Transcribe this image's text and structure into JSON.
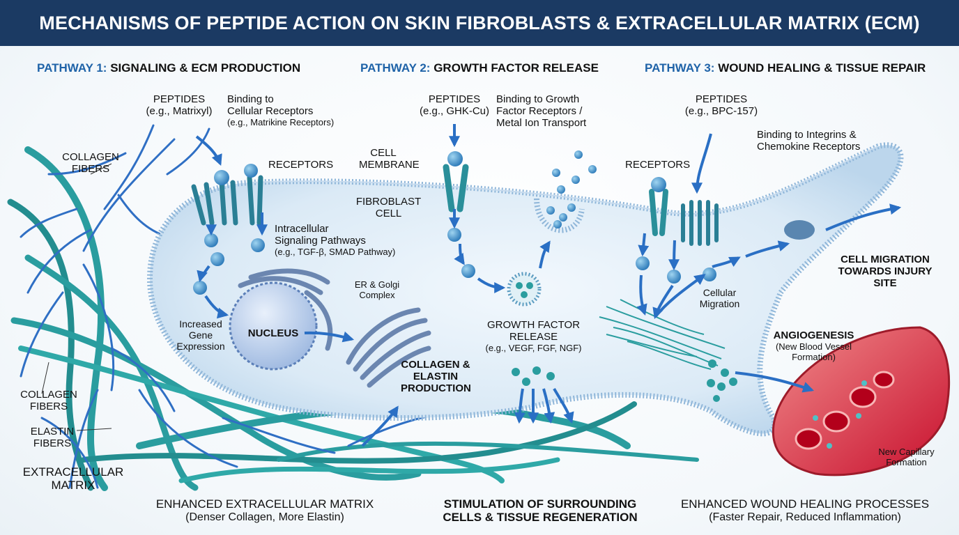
{
  "title": "MECHANISMS OF PEPTIDE ACTION ON SKIN FIBROBLASTS & EXTRACELLULAR MATRIX (ECM)",
  "pathways": [
    {
      "num": "PATHWAY 1:",
      "name": "SIGNALING & ECM PRODUCTION"
    },
    {
      "num": "PATHWAY 2:",
      "name": "GROWTH FACTOR RELEASE"
    },
    {
      "num": "PATHWAY 3:",
      "name": "WOUND HEALING & TISSUE REPAIR"
    }
  ],
  "p1": {
    "peptides": "PEPTIDES",
    "peptides_eg": "(e.g., Matrixyl)",
    "binding1": "Binding to",
    "binding2": "Cellular Receptors",
    "binding_eg": "(e.g., Matrikine Receptors)",
    "receptors": "RECEPTORS",
    "intra1": "Intracellular",
    "intra2": "Signaling Pathways",
    "intra_eg": "(e.g., TGF-β, SMAD Pathway)",
    "gene1": "Increased",
    "gene2": "Gene",
    "gene3": "Expression",
    "nucleus": "NUCLEUS",
    "er1": "ER & Golgi",
    "er2": "Complex",
    "coll1": "COLLAGEN &",
    "coll2": "ELASTIN",
    "coll3": "PRODUCTION"
  },
  "cell": {
    "membrane1": "CELL",
    "membrane2": "MEMBRANE",
    "fibro1": "FIBROBLAST",
    "fibro2": "CELL"
  },
  "p2": {
    "peptides": "PEPTIDES",
    "peptides_eg": "(e.g., GHK-Cu)",
    "binding1": "Binding to Growth",
    "binding2": "Factor Receptors /",
    "binding3": "Metal Ion Transport",
    "gf1": "GROWTH FACTOR",
    "gf2": "RELEASE",
    "gf_eg": "(e.g., VEGF, FGF, NGF)"
  },
  "p3": {
    "peptides": "PEPTIDES",
    "peptides_eg": "(e.g., BPC-157)",
    "binding1": "Binding to Integrins &",
    "binding2": "Chemokine Receptors",
    "receptors": "RECEPTORS",
    "cm1": "Cellular",
    "cm2": "Migration",
    "mig1": "CELL MIGRATION",
    "mig2": "TOWARDS INJURY",
    "mig3": "SITE",
    "angio": "ANGIOGENESIS",
    "angio_sub1": "(New Blood Vessel",
    "angio_sub2": "Formation)",
    "cap1": "New Capillary",
    "cap2": "Formation"
  },
  "ecm": {
    "collagen_top1": "COLLAGEN",
    "collagen_top2": "FIBERS",
    "collagen_mid1": "COLLAGEN",
    "collagen_mid2": "FIBERS",
    "elastin1": "ELASTIN",
    "elastin2": "FIBERS",
    "extra1": "EXTRACELLULAR",
    "extra2": "MATRIX"
  },
  "bottom": {
    "b1_title": "ENHANCED EXTRACELLULAR MATRIX",
    "b1_sub": "(Denser Collagen, More Elastin)",
    "b2_title1": "STIMULATION OF SURROUNDING",
    "b2_title2": "CELLS & TISSUE REGENERATION",
    "b3_title": "ENHANCED WOUND HEALING PROCESSES",
    "b3_sub": "(Faster Repair, Reduced Inflammation)"
  },
  "colors": {
    "header_bg": "#1b3a63",
    "pathway_blue": "#1f63a8",
    "teal": "#2a9d9f",
    "blue_fiber": "#2f6fc4",
    "cell_fill": "#dbeaf6",
    "blood_red": "#c8102e"
  }
}
